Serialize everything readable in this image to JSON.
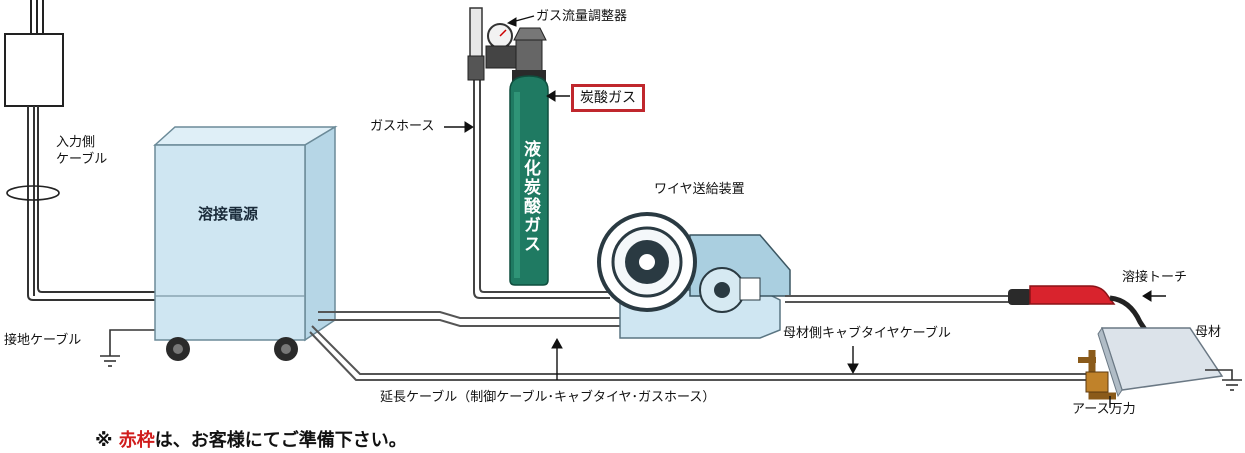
{
  "labels": {
    "input_cable": "入力側\nケーブル",
    "ground_cable": "接地ケーブル",
    "power_source": "溶接電源",
    "gas_regulator": "ガス流量調整器",
    "co2_gas_boxed": "炭酸ガス",
    "gas_hose": "ガスホース",
    "cylinder_text": "液化炭酸ガス",
    "wire_feeder": "ワイヤ送給装置",
    "welding_torch": "溶接トーチ",
    "base_metal": "母材",
    "base_metal_cable": "母材側キャブタイヤケーブル",
    "extension_cable": "延長ケーブル（制御ケーブル･キャブタイヤ･ガスホース）",
    "earth_clamp": "アース万力"
  },
  "note": {
    "prefix": "※ ",
    "highlight": "赤枠",
    "suffix": "は、お客様にてご準備下さい。"
  },
  "colors": {
    "machine_fill": "#cfe6f2",
    "cylinder": "#1f7a62",
    "frame_red": "#c0272d",
    "torch_red": "#d9232d",
    "note_red": "#d01c1c"
  }
}
